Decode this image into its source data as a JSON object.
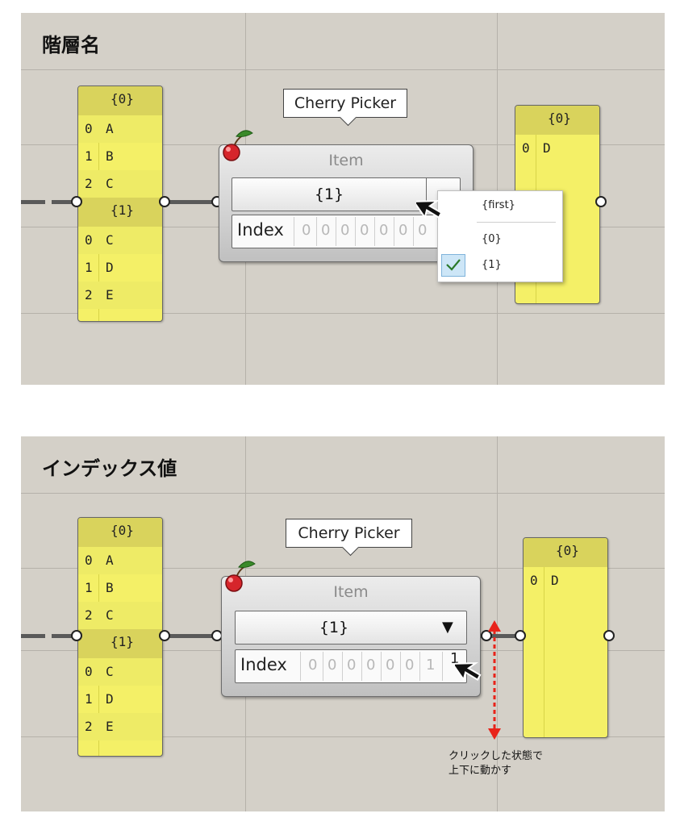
{
  "sections": [
    {
      "heading": "階層名",
      "left_panel": {
        "branches": [
          {
            "path": "{0}",
            "rows": [
              {
                "i": "0",
                "v": "A"
              },
              {
                "i": "1",
                "v": "B"
              },
              {
                "i": "2",
                "v": "C"
              }
            ]
          },
          {
            "path": "{1}",
            "rows": [
              {
                "i": "0",
                "v": "C"
              },
              {
                "i": "1",
                "v": "D"
              },
              {
                "i": "2",
                "v": "E"
              }
            ]
          }
        ]
      },
      "component": {
        "tooltip": "Cherry Picker",
        "title": "Item",
        "selected": "{1}",
        "index_label": "Index",
        "index_digits": [
          "0",
          "0",
          "0",
          "0",
          "0",
          "0",
          "0"
        ]
      },
      "menu": {
        "items": [
          "{first}",
          "{0}",
          "{1}"
        ],
        "checked": "{1}"
      },
      "right_panel": {
        "path": "{0}",
        "rows": [
          {
            "i": "0",
            "v": "D"
          }
        ]
      }
    },
    {
      "heading": "インデックス値",
      "left_panel": {
        "branches": [
          {
            "path": "{0}",
            "rows": [
              {
                "i": "0",
                "v": "A"
              },
              {
                "i": "1",
                "v": "B"
              },
              {
                "i": "2",
                "v": "C"
              }
            ]
          },
          {
            "path": "{1}",
            "rows": [
              {
                "i": "0",
                "v": "C"
              },
              {
                "i": "1",
                "v": "D"
              },
              {
                "i": "2",
                "v": "E"
              }
            ]
          }
        ]
      },
      "component": {
        "tooltip": "Cherry Picker",
        "title": "Item",
        "selected": "{1}",
        "dropdown_arrow": "▼",
        "index_label": "Index",
        "index_digits": [
          "0",
          "0",
          "0",
          "0",
          "0",
          "0",
          "1"
        ]
      },
      "right_panel": {
        "path": "{0}",
        "rows": [
          {
            "i": "0",
            "v": "D"
          }
        ]
      },
      "annotation": {
        "line1": "クリックした状態で",
        "line2": "上下に動かす",
        "arrow_color": "#e8231a"
      }
    }
  ]
}
